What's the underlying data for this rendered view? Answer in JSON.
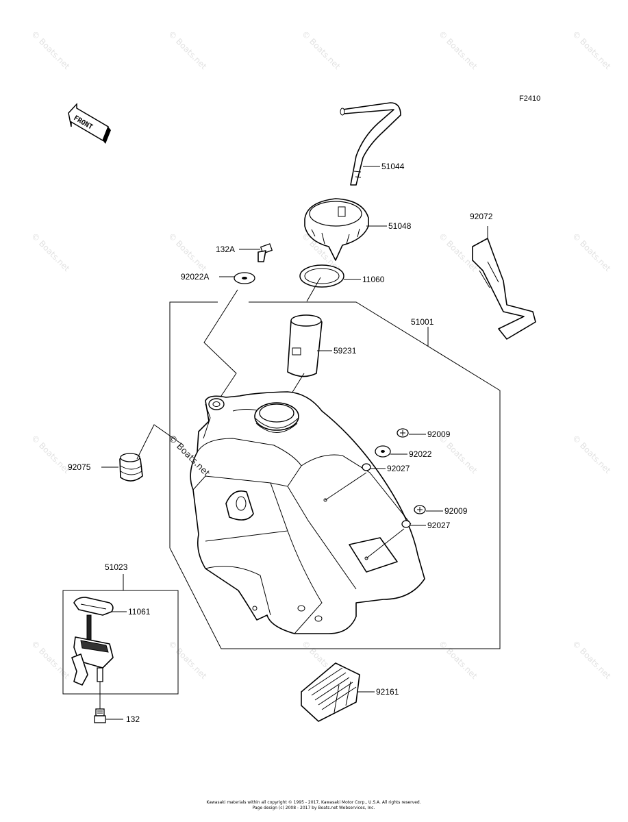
{
  "figure_code": "F2410",
  "front_label": "FRONT",
  "watermark": "© Boats.net",
  "parts": {
    "p51044": "51044",
    "p51048": "51048",
    "p92072": "92072",
    "p132A": "132A",
    "p92022A": "92022A",
    "p11060": "11060",
    "p51001": "51001",
    "p59231": "59231",
    "p92009a": "92009",
    "p92022": "92022",
    "p92027a": "92027",
    "p92075": "92075",
    "p92009b": "92009",
    "p92027b": "92027",
    "p51023": "51023",
    "p11061": "11061",
    "p92161": "92161",
    "p132": "132"
  },
  "footer": {
    "line1": "Kawasaki materials within all copyright © 1995 - 2017, Kawasaki Motor Corp., U.S.A. All rights reserved.",
    "line2": "Page design (c) 2008 - 2017 by Boats.net Webservices, Inc."
  }
}
